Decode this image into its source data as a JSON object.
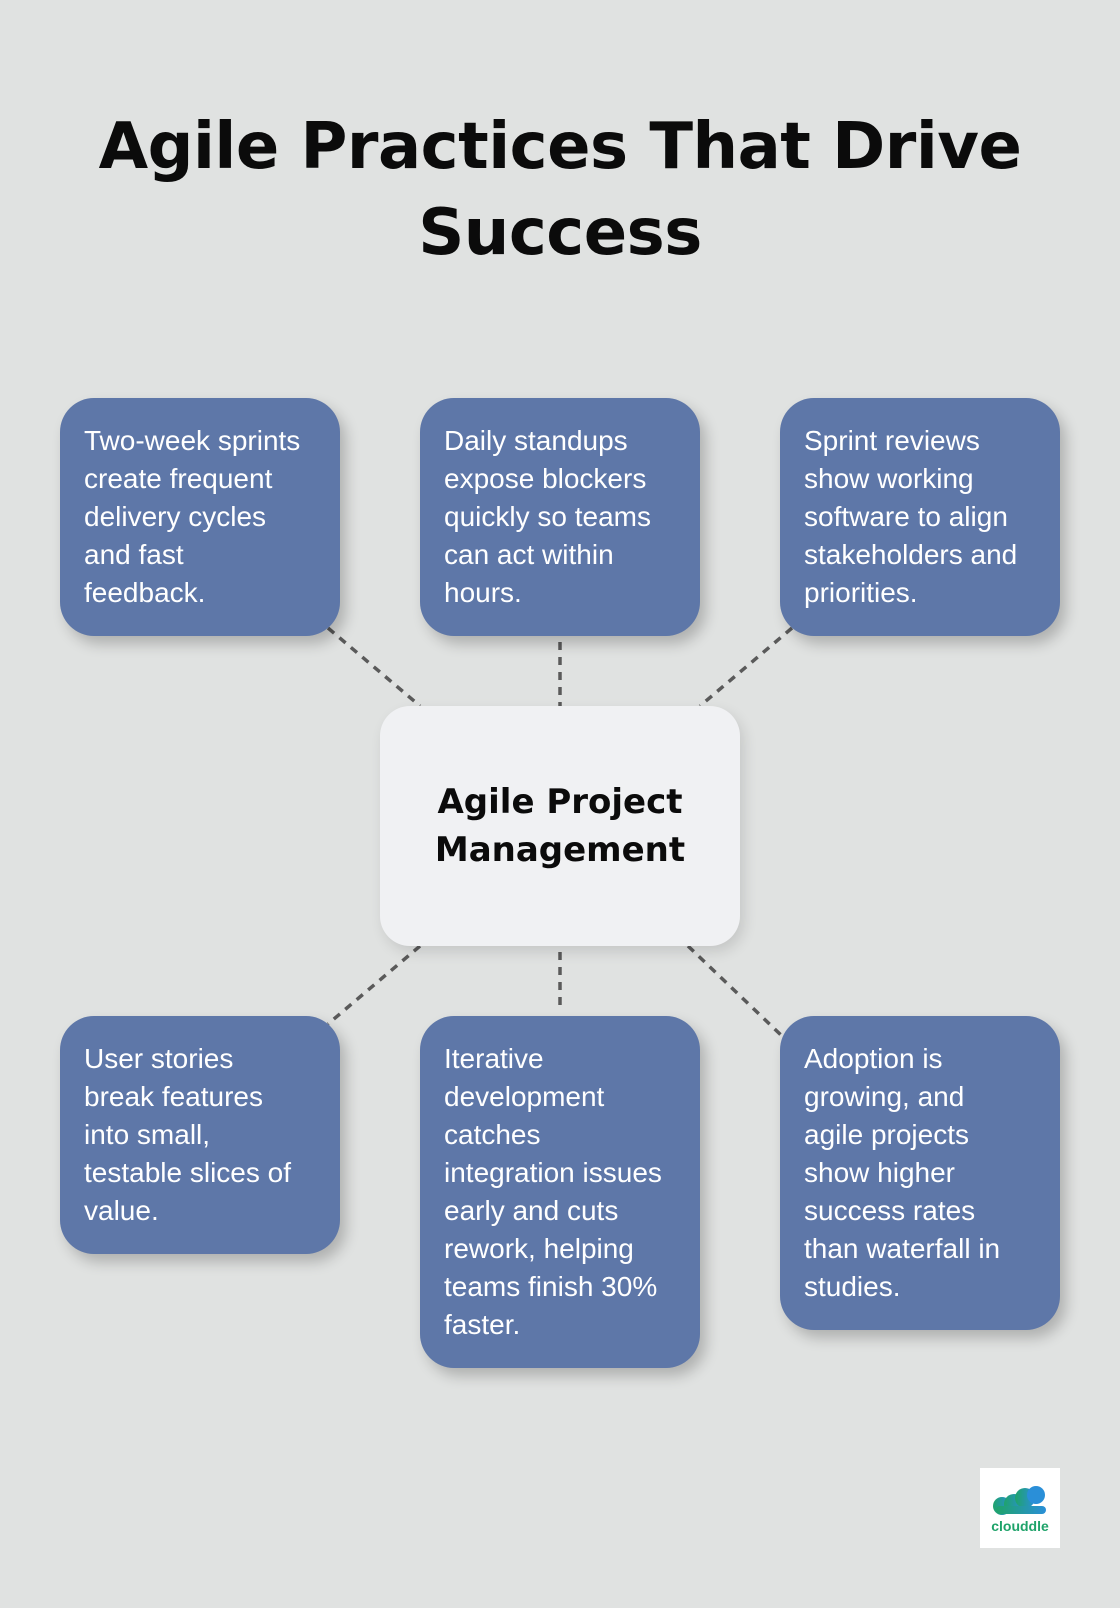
{
  "title": {
    "lines": [
      "Agile Practices That Drive",
      "Success"
    ]
  },
  "center": {
    "lines": [
      "Agile Project",
      "Management"
    ]
  },
  "nodes": [
    {
      "lines": [
        "Two-week sprints",
        "create frequent",
        "delivery cycles",
        "and fast",
        "feedback."
      ]
    },
    {
      "lines": [
        "Daily standups",
        "expose blockers",
        "quickly so teams",
        "can act within",
        "hours."
      ]
    },
    {
      "lines": [
        "Sprint reviews",
        "show working",
        "software to align",
        "stakeholders and",
        "priorities."
      ]
    },
    {
      "lines": [
        "User stories",
        "break features",
        "into small,",
        "testable slices of",
        "value."
      ]
    },
    {
      "lines": [
        "Iterative",
        "development",
        "catches",
        "integration issues",
        "early and cuts",
        "rework, helping",
        "teams finish 30%",
        "faster."
      ]
    },
    {
      "lines": [
        "Adoption is",
        "growing, and",
        "agile projects",
        "show higher",
        "success rates",
        "than waterfall in",
        "studies."
      ]
    }
  ],
  "logo": {
    "text": "clouddle"
  },
  "colors": {
    "background": "#e0e2e1",
    "node": "#5e77a8",
    "center": "#f0f1f3",
    "connector": "#5a5a5a"
  }
}
